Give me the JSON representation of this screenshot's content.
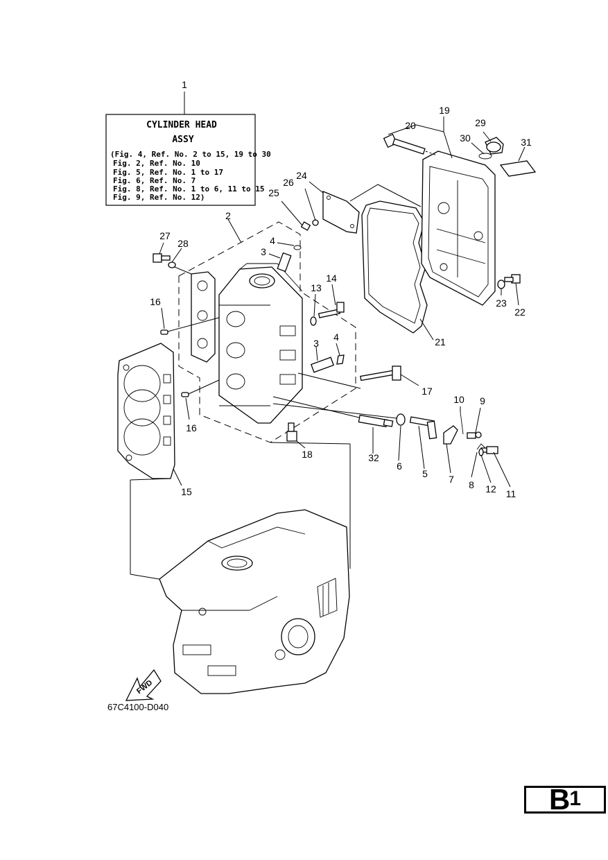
{
  "assembly_box": {
    "title_line1": "CYLINDER HEAD",
    "title_line2": "ASSY",
    "notes": [
      "(Fig. 4, Ref. No. 2 to 15, 19 to 30",
      "Fig. 2, Ref. No. 10",
      "Fig. 5, Ref. No. 1 to 17",
      "Fig. 6, Ref. No. 7",
      "Fig. 8, Ref. No. 1 to 6, 11 to 15",
      "Fig. 9, Ref. No. 12)"
    ]
  },
  "callouts": [
    "1",
    "2",
    "3",
    "4",
    "3",
    "4",
    "5",
    "6",
    "7",
    "8",
    "9",
    "10",
    "11",
    "12",
    "13",
    "14",
    "15",
    "16",
    "16",
    "17",
    "18",
    "19",
    "20",
    "21",
    "22",
    "23",
    "24",
    "25",
    "26",
    "27",
    "28",
    "29",
    "30",
    "31",
    "32"
  ],
  "fwd_label": "FWD",
  "diagram_code": "67C4100-D040",
  "page_code": {
    "letter": "B",
    "number": "1"
  }
}
